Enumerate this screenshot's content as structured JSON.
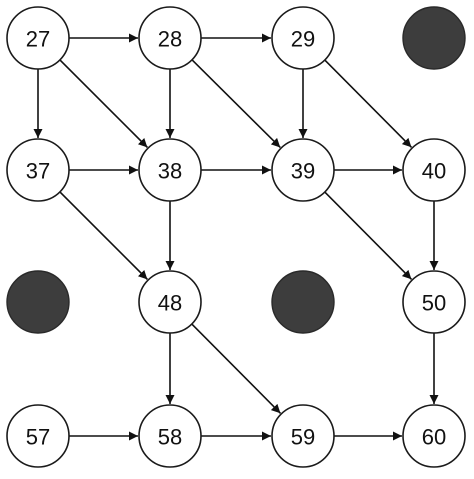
{
  "diagram": {
    "nodes": [
      {
        "id": "27",
        "label": "27"
      },
      {
        "id": "28",
        "label": "28"
      },
      {
        "id": "29",
        "label": "29"
      },
      {
        "id": "37",
        "label": "37"
      },
      {
        "id": "38",
        "label": "38"
      },
      {
        "id": "39",
        "label": "39"
      },
      {
        "id": "40",
        "label": "40"
      },
      {
        "id": "48",
        "label": "48"
      },
      {
        "id": "50",
        "label": "50"
      },
      {
        "id": "57",
        "label": "57"
      },
      {
        "id": "58",
        "label": "58"
      },
      {
        "id": "59",
        "label": "59"
      },
      {
        "id": "60",
        "label": "60"
      }
    ],
    "blocked": [
      "30",
      "47",
      "49"
    ],
    "edges": [
      {
        "from": "27",
        "to": "28"
      },
      {
        "from": "28",
        "to": "29"
      },
      {
        "from": "27",
        "to": "37"
      },
      {
        "from": "27",
        "to": "38"
      },
      {
        "from": "28",
        "to": "38"
      },
      {
        "from": "28",
        "to": "39"
      },
      {
        "from": "29",
        "to": "39"
      },
      {
        "from": "29",
        "to": "40"
      },
      {
        "from": "37",
        "to": "38"
      },
      {
        "from": "38",
        "to": "39"
      },
      {
        "from": "39",
        "to": "40"
      },
      {
        "from": "37",
        "to": "48"
      },
      {
        "from": "38",
        "to": "48"
      },
      {
        "from": "39",
        "to": "50"
      },
      {
        "from": "40",
        "to": "50"
      },
      {
        "from": "48",
        "to": "58"
      },
      {
        "from": "48",
        "to": "59"
      },
      {
        "from": "50",
        "to": "60"
      },
      {
        "from": "57",
        "to": "58"
      },
      {
        "from": "58",
        "to": "59"
      },
      {
        "from": "59",
        "to": "60"
      }
    ]
  }
}
